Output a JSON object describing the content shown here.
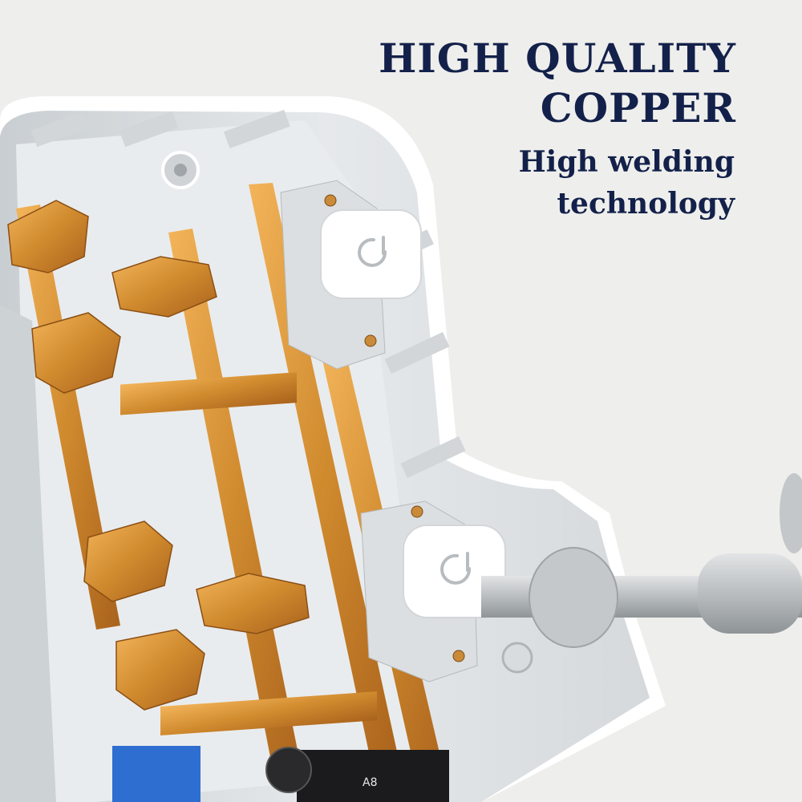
{
  "headline": "HIGH QUALITY\nCOPPER",
  "subheadline": "High welding\ntechnology",
  "component_label": "A8",
  "colors": {
    "background": "#eeeeec",
    "text": "#13214a",
    "housing": "#dfe3e6",
    "copper": "#d08a2e",
    "switch": "#ffffff",
    "cable": "#c9ccce"
  },
  "icons": [
    "power-icon",
    "power-icon"
  ]
}
